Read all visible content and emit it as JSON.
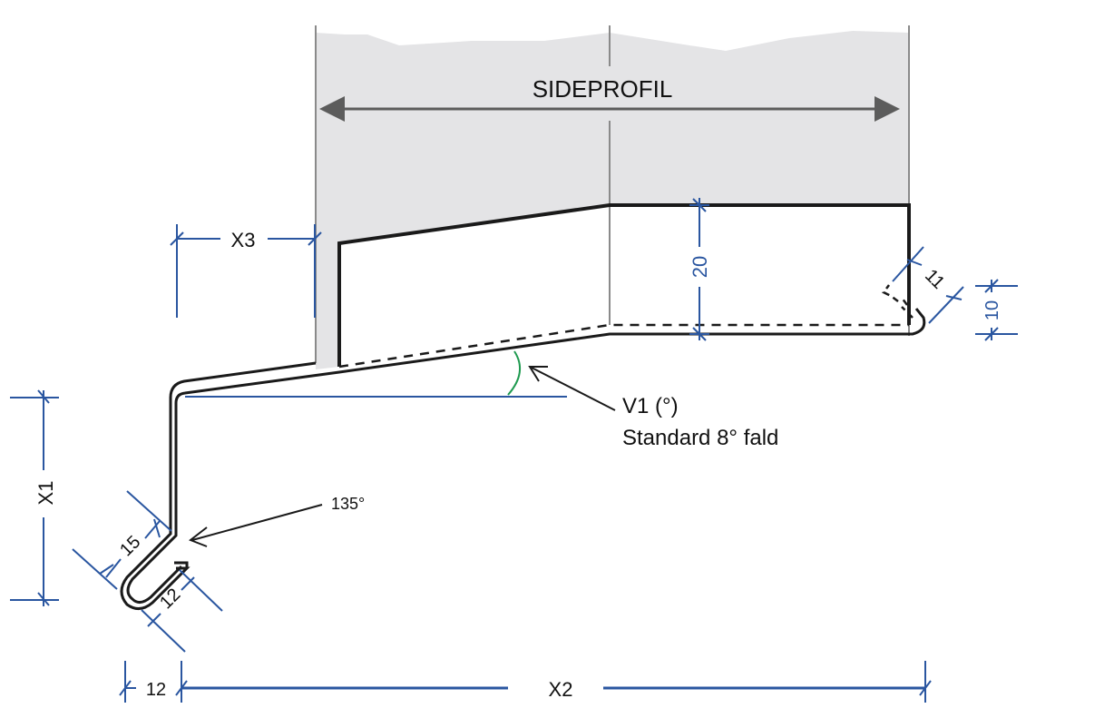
{
  "diagram": {
    "title": "SIDEPROFIL",
    "colors": {
      "background_wall": "#e4e4e6",
      "wall_lines": "#8a8a8a",
      "profile": "#1a1a1a",
      "dimension": "#2a56a0",
      "angle_arc": "#1f9a50",
      "arrow": "#5c5c5c"
    },
    "dimensions": {
      "x1": "X1",
      "x2": "X2",
      "x3": "X3",
      "height": "20",
      "hem_right": "11",
      "drip_right": "10",
      "flange_diag": "15",
      "hem_left": "12",
      "bottom_left": "12"
    },
    "annotations": {
      "angle_label": "V1 (°)",
      "angle_note": "Standard 8° fald",
      "bend_angle": "135°"
    }
  }
}
